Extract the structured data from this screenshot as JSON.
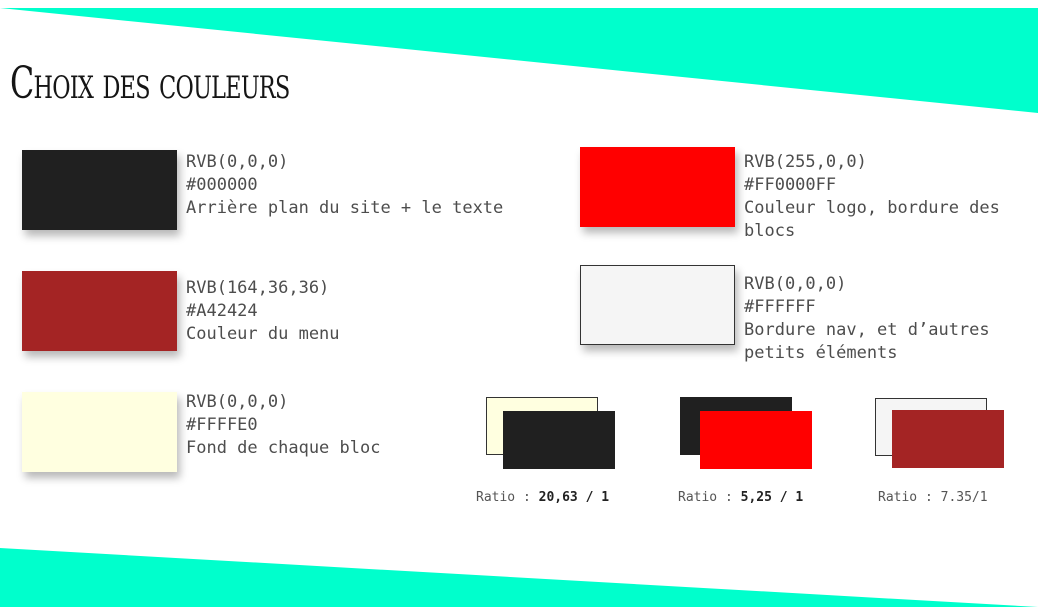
{
  "title": "Choix des couleurs",
  "colors": [
    {
      "rgb": "RVB(0,0,0)",
      "hex": "#000000",
      "desc": "Arrière plan du site + le texte",
      "swatch": "#202020"
    },
    {
      "rgb": "RVB(164,36,36)",
      "hex": "#A42424",
      "desc": "Couleur du menu",
      "swatch": "#A42424"
    },
    {
      "rgb": "RVB(0,0,0)",
      "hex": "#FFFFE0",
      "desc": "Fond de chaque bloc",
      "swatch": "#FFFFE0"
    },
    {
      "rgb": "RVB(255,0,0)",
      "hex": "#FF0000FF",
      "desc": "Couleur logo, bordure des blocs",
      "swatch": "#FF0000"
    },
    {
      "rgb": "RVB(0,0,0)",
      "hex": "#FFFFFF",
      "desc": "Bordure nav, et d’autres petits éléments",
      "swatch": "#F5F5F5"
    }
  ],
  "contrast": [
    {
      "prefix": "Ratio : ",
      "value": "20,63 / 1",
      "back": "#FFFFE0",
      "front": "#202020"
    },
    {
      "prefix": "Ratio : ",
      "value": "5,25 / 1",
      "back": "#202020",
      "front": "#FF0000"
    },
    {
      "prefix": "Ratio : ",
      "value": "7.35/1",
      "back": "#F5F5F5",
      "front": "#A42424"
    }
  ],
  "accent": "#00FFCC"
}
